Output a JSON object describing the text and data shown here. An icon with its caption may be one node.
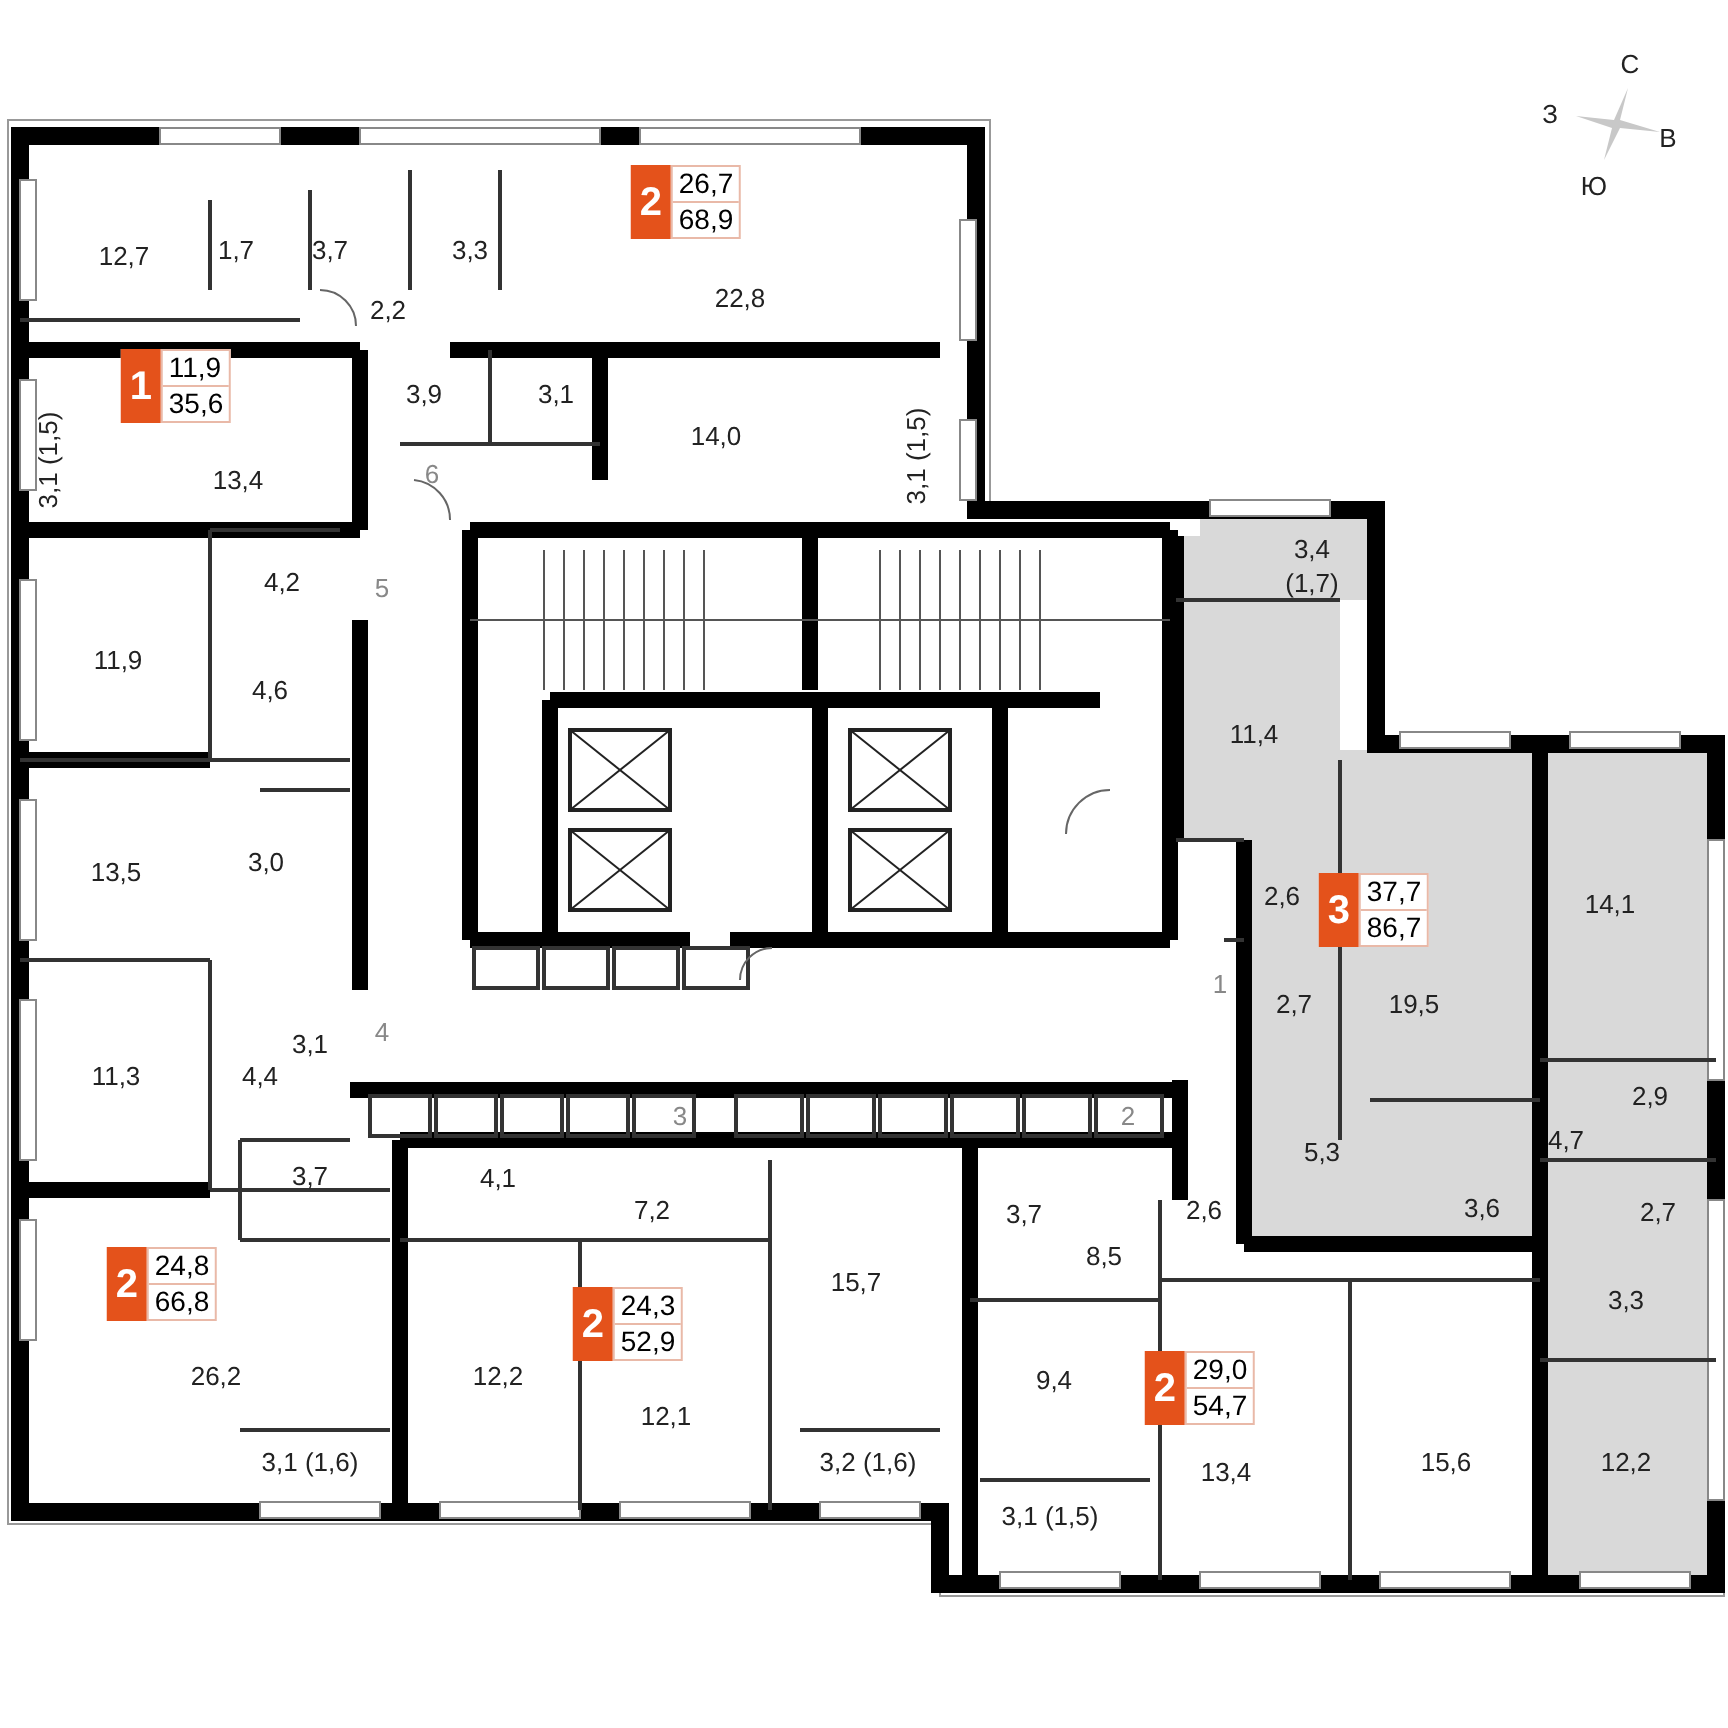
{
  "diagram": {
    "nodes": [
      {
        "text": [
          "2",
          "26,7",
          "68,9"
        ]
      },
      {
        "text": [
          "1",
          "11,9",
          "35,6"
        ]
      },
      {
        "text": [
          "2",
          "24,8",
          "66,8"
        ]
      },
      {
        "text": [
          "2",
          "24,3",
          "52,9"
        ]
      },
      {
        "text": [
          "3",
          "37,7",
          "86,7"
        ]
      },
      {
        "text": [
          "2",
          "29,0",
          "54,7"
        ]
      }
    ],
    "labels": [
      "С",
      "З",
      "В",
      "Ю",
      "12,7",
      "1,7",
      "3,7",
      "3,3",
      "22,8",
      "2,2",
      "3,9",
      "3,1",
      "14,0",
      "3,1 (1,5)",
      "13,4",
      "6",
      "3,1 (1,5)",
      "4,2",
      "5",
      "3,4 (1,7)",
      "11,9",
      "4,6",
      "11,4",
      "13,5",
      "3,0",
      "2,6",
      "14,1",
      "1",
      "2,7",
      "19,5",
      "4",
      "3,1",
      "11,3",
      "4,4",
      "2,9",
      "3",
      "2",
      "4,7",
      "5,3",
      "3,7",
      "4,1",
      "7,2",
      "3,7",
      "2,6",
      "3,6",
      "2,7",
      "8,5",
      "15,7",
      "3,3",
      "26,2",
      "12,2",
      "9,4",
      "12,1",
      "3,1 (1,6)",
      "3,2 (1,6)",
      "13,4",
      "15,6",
      "12,2",
      "3,1 (1,5)"
    ]
  }
}
